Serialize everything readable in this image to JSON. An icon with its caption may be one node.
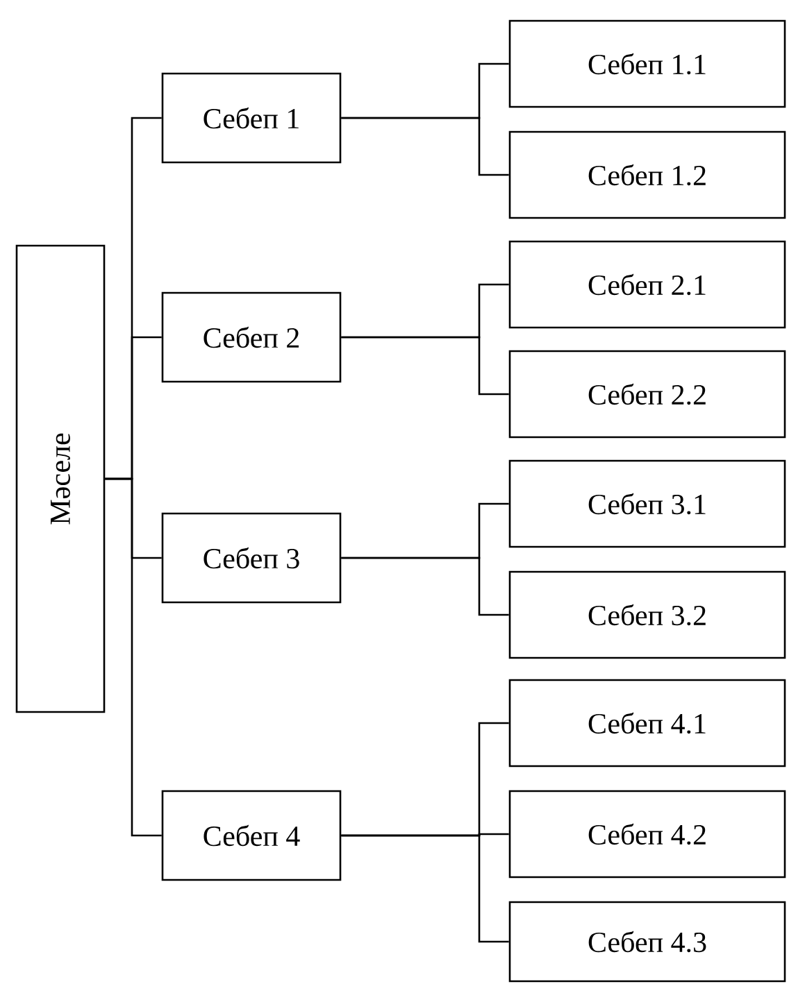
{
  "diagram": {
    "nodes": [
      {
        "text": [
          "Мәселе"
        ]
      },
      {
        "text": [
          "Себеп 1"
        ]
      },
      {
        "text": [
          "Себеп 1.1"
        ]
      },
      {
        "text": [
          "Себеп 1.2"
        ]
      },
      {
        "text": [
          "Себеп 2"
        ]
      },
      {
        "text": [
          "Себеп 2.1"
        ]
      },
      {
        "text": [
          "Себеп 2.2"
        ]
      },
      {
        "text": [
          "Себеп 3"
        ]
      },
      {
        "text": [
          "Себеп 3.1"
        ]
      },
      {
        "text": [
          "Себеп 3.2"
        ]
      },
      {
        "text": [
          "Себеп 4"
        ]
      },
      {
        "text": [
          "Себеп 4.1"
        ]
      },
      {
        "text": [
          "Себеп 4.2"
        ]
      },
      {
        "text": [
          "Себеп 4.3"
        ]
      }
    ],
    "edges": [
      {
        "from": 0,
        "to": 1,
        "arrow": "none"
      },
      {
        "from": 0,
        "to": 4,
        "arrow": "none"
      },
      {
        "from": 0,
        "to": 7,
        "arrow": "none"
      },
      {
        "from": 0,
        "to": 10,
        "arrow": "none"
      },
      {
        "from": 1,
        "to": 2,
        "arrow": "none"
      },
      {
        "from": 1,
        "to": 3,
        "arrow": "none"
      },
      {
        "from": 4,
        "to": 5,
        "arrow": "none"
      },
      {
        "from": 4,
        "to": 6,
        "arrow": "none"
      },
      {
        "from": 7,
        "to": 8,
        "arrow": "none"
      },
      {
        "from": 7,
        "to": 9,
        "arrow": "none"
      },
      {
        "from": 10,
        "to": 11,
        "arrow": "none"
      },
      {
        "from": 10,
        "to": 12,
        "arrow": "none"
      },
      {
        "from": 10,
        "to": 13,
        "arrow": "none"
      }
    ]
  }
}
